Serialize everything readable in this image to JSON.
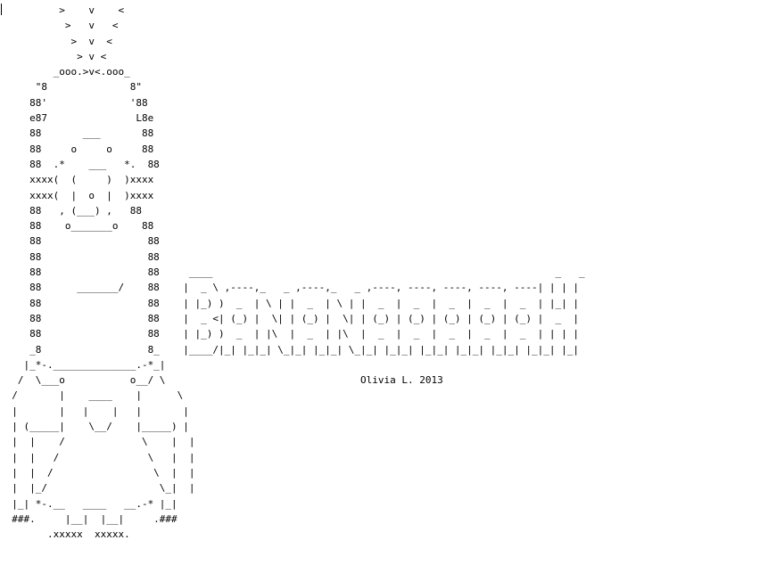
{
  "art_lines": [
    "          >    v    <",
    "           >   v   <",
    "            >  v  <",
    "             > v <",
    "         _ooo.>v<.ooo_",
    "      \"8              8\"",
    "     88'              '88",
    "     e87               L8e",
    "     88       ___       88",
    "     88     o     o     88",
    "     88  .*    ___   *.  88",
    "     xxxx(  (     )  )xxxx",
    "     xxxx(  |  o  |  )xxxx",
    "     88   , (___) ,   88",
    "     88    o_______o    88",
    "     88                  88",
    "     88                  88",
    "     88                  88     ____                                                          _   _",
    "     88      _______/    88    |  _ \\ ,----,_   _ ,----,_   _ ,----, ----, ----, ----, ----| | | |",
    "     88                  88    | |_) )  _  | \\ | |  _  | \\ | |  _  |  _  |  _  |  _  |  _  | |_| |",
    "     88                  88    |  _ <| (_) |  \\| | (_) |  \\| | (_) | (_) | (_) | (_) | (_) |  _  |",
    "     88                  88    | |_) )  _  | |\\  |  _  | |\\  |  _  |  _  |  _  |  _  |  _  | | | |",
    "     _8                  8_    |____/|_| |_|_| \\_|_| |_|_| \\_|_| |_|_| |_|_| |_|_| |_|_| |_|_| |_|",
    "    |_*-.______________.-*_|",
    "   /  \\___o           o__/ \\                                 Olivia L. 2013",
    "  /       |    ____    |      \\",
    "  |       |   |    |   |       |",
    "  | (_____|    \\__/    |_____) |",
    "  |  |    /             \\    |  |",
    "  |  |   /               \\   |  |",
    "  |  |  /                 \\  |  |",
    "  |  |_/                   \\_|  |",
    "  |_| *-.__   ____   __.-* |_|",
    "  ###.     |__|  |__|     .###",
    "        .xxxxx  xxxxx."
  ]
}
